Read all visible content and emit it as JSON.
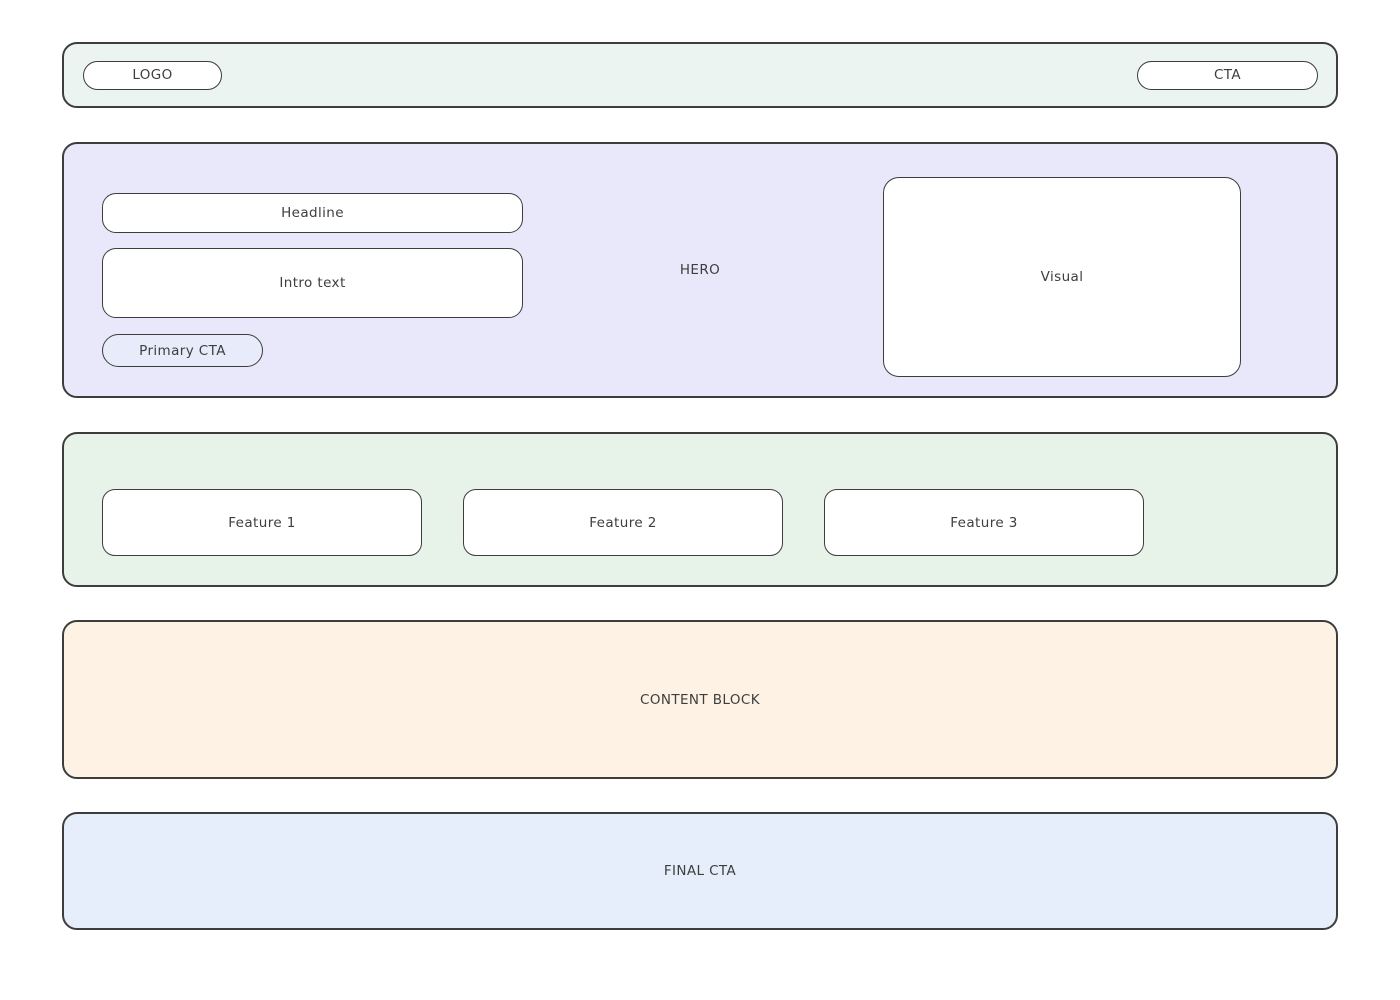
{
  "header": {
    "logo_label": "LOGO",
    "cta_label": "CTA",
    "bg": "#ecf4f1"
  },
  "hero": {
    "section_label": "HERO",
    "headline_label": "Headline",
    "intro_label": "Intro text",
    "primary_cta_label": "Primary CTA",
    "visual_label": "Visual",
    "bg": "#e9e8fa",
    "primary_cta_bg": "#e7ebfa"
  },
  "features": {
    "bg": "#e7f2e9",
    "items": [
      {
        "label": "Feature 1"
      },
      {
        "label": "Feature 2"
      },
      {
        "label": "Feature 3"
      }
    ]
  },
  "content_block": {
    "label": "CONTENT BLOCK",
    "bg": "#fdf2e4"
  },
  "final_cta": {
    "label": "FINAL CTA",
    "bg": "#e7eefb"
  },
  "colors": {
    "border": "#3d3d3d",
    "text": "#3e3e3e",
    "box_bg": "#ffffff",
    "page_bg": "#ffffff"
  }
}
